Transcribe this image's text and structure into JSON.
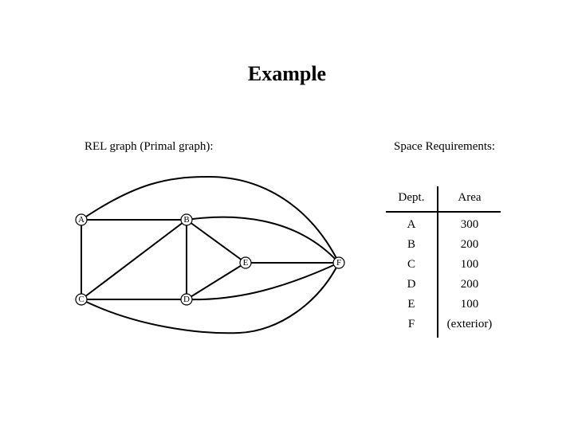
{
  "title": "Example",
  "graph_label": "REL graph (Primal graph):",
  "space_label": "Space Requirements:",
  "nodes": [
    {
      "id": "A",
      "label": "A"
    },
    {
      "id": "B",
      "label": "B"
    },
    {
      "id": "C",
      "label": "C"
    },
    {
      "id": "D",
      "label": "D"
    },
    {
      "id": "E",
      "label": "E"
    },
    {
      "id": "F",
      "label": "F"
    }
  ],
  "edges": [
    [
      "A",
      "B"
    ],
    [
      "A",
      "C"
    ],
    [
      "A",
      "F"
    ],
    [
      "B",
      "C"
    ],
    [
      "B",
      "D"
    ],
    [
      "B",
      "E"
    ],
    [
      "B",
      "F"
    ],
    [
      "C",
      "D"
    ],
    [
      "C",
      "F"
    ],
    [
      "D",
      "E"
    ],
    [
      "D",
      "F"
    ],
    [
      "E",
      "F"
    ]
  ],
  "table": {
    "headers": [
      "Dept.",
      "Area"
    ],
    "rows": [
      [
        "A",
        "300"
      ],
      [
        "B",
        "200"
      ],
      [
        "C",
        "100"
      ],
      [
        "D",
        "200"
      ],
      [
        "E",
        "100"
      ],
      [
        "F",
        "(exterior)"
      ]
    ]
  }
}
